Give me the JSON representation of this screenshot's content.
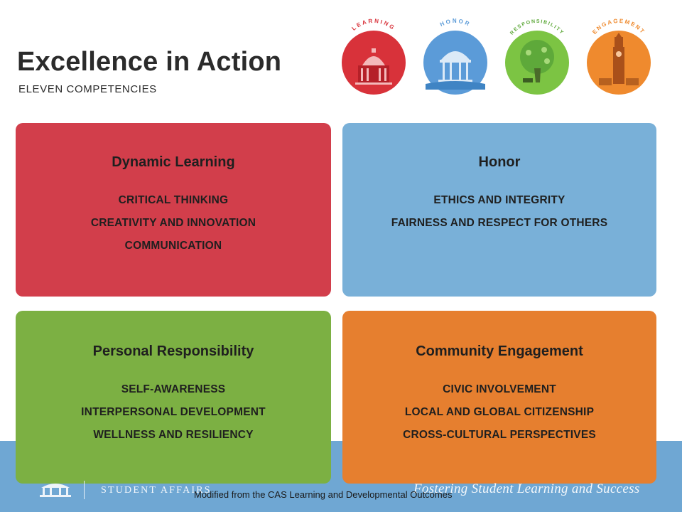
{
  "header": {
    "title": "Excellence in Action",
    "subtitle": "ELEVEN COMPETENCIES"
  },
  "badges": [
    {
      "label": "LEARNING",
      "color": "#d8323a",
      "icon": "building-dome-icon"
    },
    {
      "label": "HONOR",
      "color": "#5b9bd8",
      "icon": "well-gazebo-icon"
    },
    {
      "label": "RESPONSIBILITY",
      "color": "#7cc443",
      "icon": "tree-icon"
    },
    {
      "label": "ENGAGEMENT",
      "color": "#ef8a2e",
      "icon": "bell-tower-icon"
    }
  ],
  "cards": {
    "learning": {
      "title": "Dynamic Learning",
      "items": [
        "CRITICAL THINKING",
        "CREATIVITY AND INNOVATION",
        "COMMUNICATION"
      ],
      "color": "#d23e4b"
    },
    "honor": {
      "title": "Honor",
      "items": [
        "ETHICS AND INTEGRITY",
        "FAIRNESS AND RESPECT FOR OTHERS"
      ],
      "color": "#79b0d8"
    },
    "responsibility": {
      "title": "Personal Responsibility",
      "items": [
        "SELF-AWARENESS",
        "INTERPERSONAL DEVELOPMENT",
        "WELLNESS AND RESILIENCY"
      ],
      "color": "#7cb043"
    },
    "engagement": {
      "title": "Community Engagement",
      "items": [
        "CIVIC INVOLVEMENT",
        "LOCAL AND GLOBAL CITIZENSHIP",
        "CROSS-CULTURAL PERSPECTIVES"
      ],
      "color": "#e67f2f"
    }
  },
  "footer": {
    "department": "STUDENT AFFAIRS",
    "tagline": "Fostering Student Learning and Success",
    "note": "Modified from the CAS Learning and Developmental Outcomes",
    "band_color": "#6fa7d3"
  }
}
